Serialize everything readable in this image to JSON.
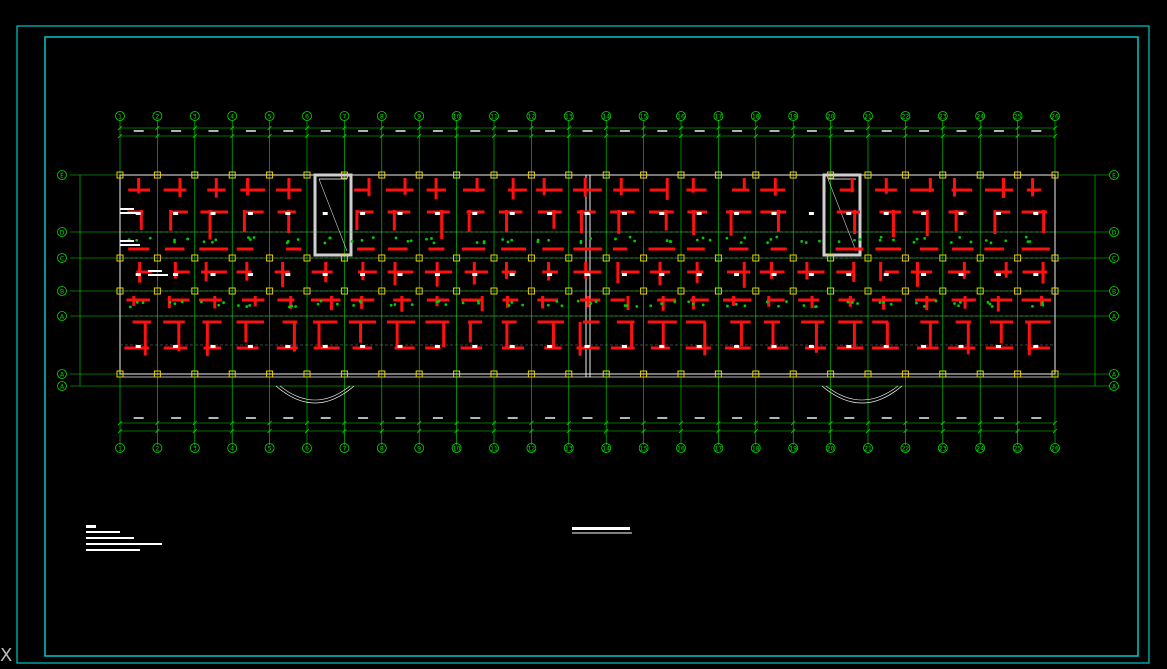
{
  "drawing": {
    "colors": {
      "background": "#000000",
      "frame": "#00c8c8",
      "grid": "#00e000",
      "beam": "#ff1010",
      "wall": "#f0f0f0",
      "rebar_note": "#00cc00",
      "text": "#ffffff"
    },
    "column_axes": [
      "1",
      "2",
      "3",
      "4",
      "5",
      "6",
      "7",
      "8",
      "9",
      "10",
      "11",
      "12",
      "13",
      "14",
      "15",
      "16",
      "17",
      "18",
      "19",
      "20",
      "21",
      "22",
      "23",
      "24",
      "25",
      "26"
    ],
    "row_axes_left": [
      "E",
      "D",
      "C",
      "B",
      "A"
    ],
    "ucs_icon": "ucs-icon"
  }
}
